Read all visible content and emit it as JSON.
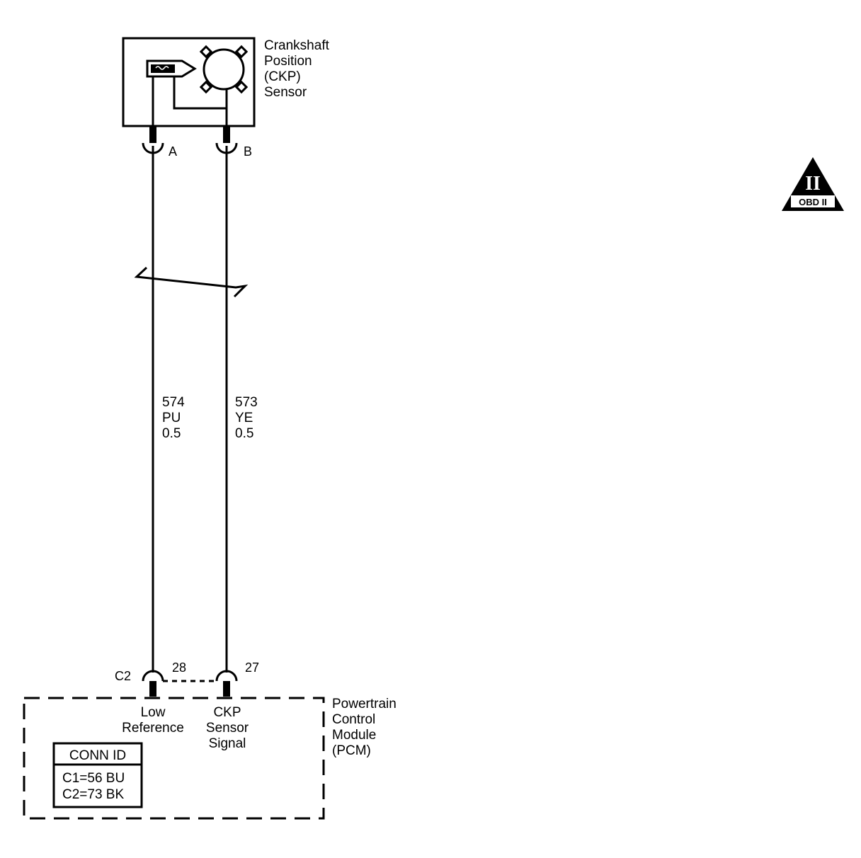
{
  "sensor": {
    "name_lines": [
      "Crankshaft",
      "Position",
      "(CKP)",
      "Sensor"
    ],
    "pins": {
      "a": "A",
      "b": "B"
    }
  },
  "wires": [
    {
      "circuit": "574",
      "color": "PU",
      "gauge": "0.5"
    },
    {
      "circuit": "573",
      "color": "YE",
      "gauge": "0.5"
    }
  ],
  "pcm": {
    "name_lines": [
      "Powertrain",
      "Control",
      "Module",
      "(PCM)"
    ],
    "connector": "C2",
    "pin_low": "28",
    "pin_ckp": "27",
    "low_label_lines": [
      "Low",
      "Reference"
    ],
    "ckp_label_lines": [
      "CKP",
      "Sensor",
      "Signal"
    ]
  },
  "conn_id": {
    "title": "CONN ID",
    "rows": [
      "C1=56 BU",
      "C2=73 BK"
    ]
  },
  "badge": {
    "numeral": "II",
    "text": "OBD II"
  }
}
